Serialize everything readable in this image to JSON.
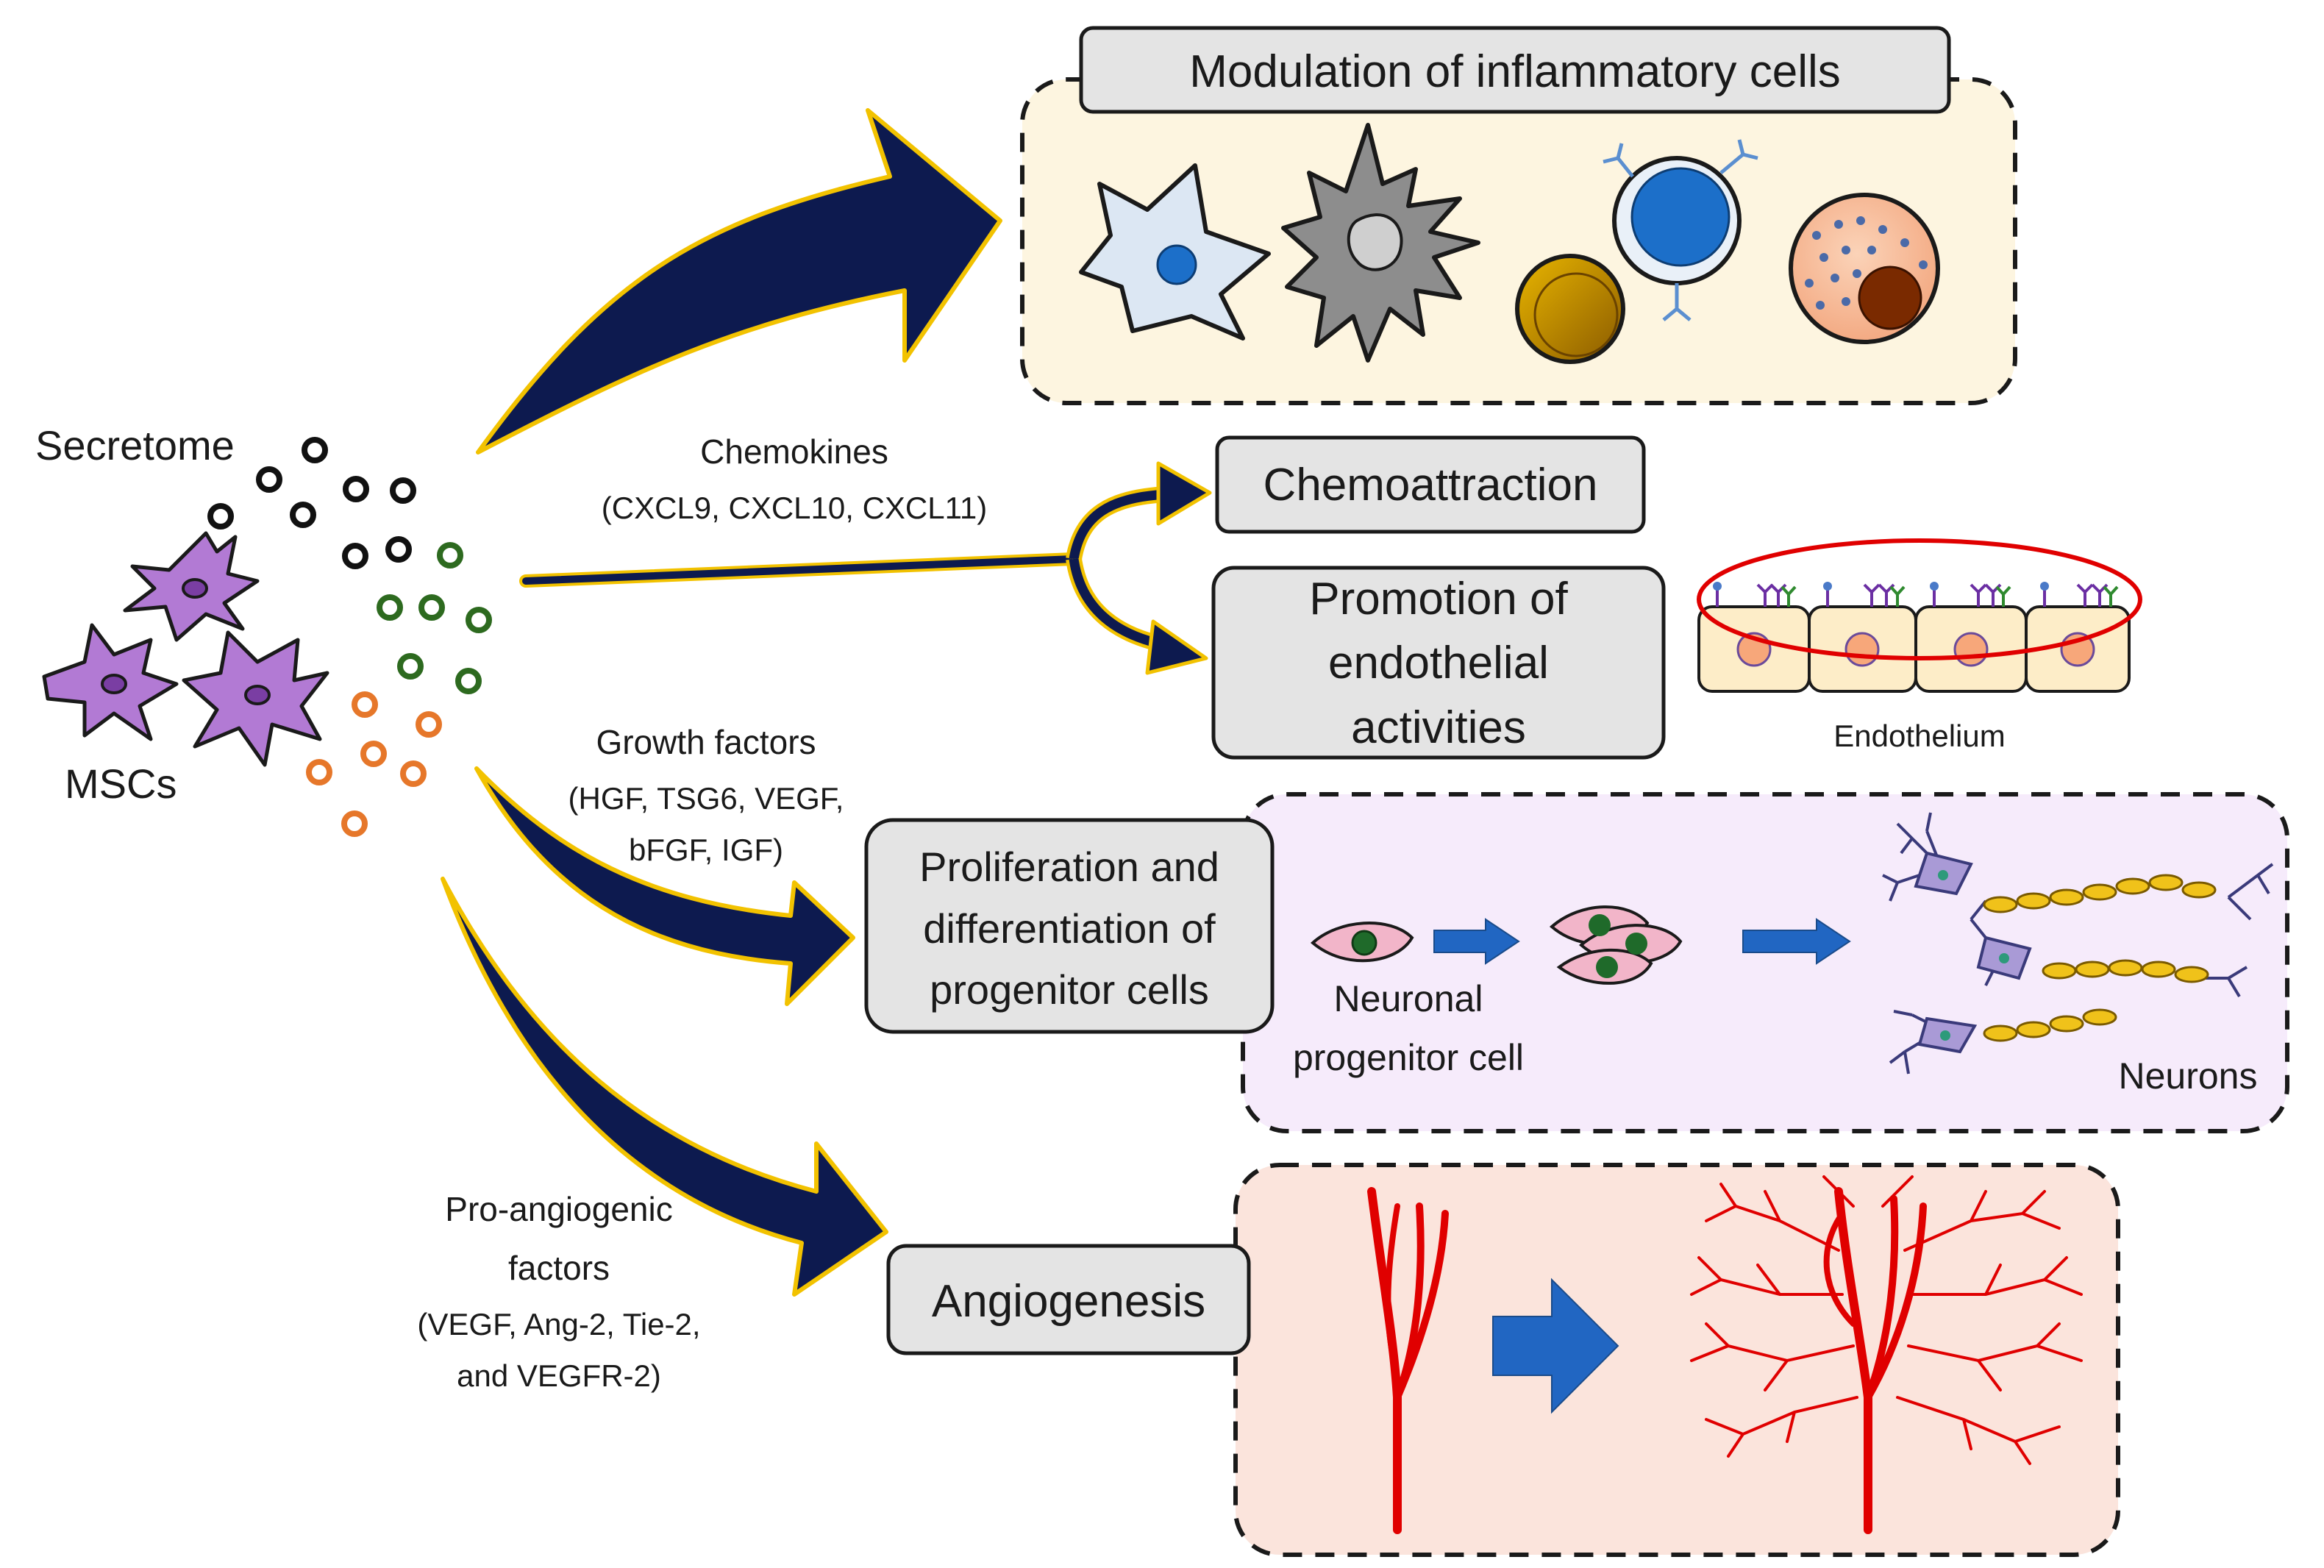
{
  "source": {
    "secretome_label": "Secretome",
    "mscs_label": "MSCs"
  },
  "pathways": {
    "chemokines": {
      "title": "Chemokines",
      "detail": "(CXCL9, CXCL10, CXCL11)"
    },
    "growth_factors": {
      "title": "Growth factors",
      "detail_lines": [
        "(HGF, TSG6, VEGF,",
        "bFGF, IGF)"
      ]
    },
    "pro_angiogenic": {
      "title_lines": [
        "Pro-angiogenic",
        "factors"
      ],
      "detail_lines": [
        "(VEGF, Ang-2, Tie-2,",
        "and VEGFR-2)"
      ]
    }
  },
  "outcomes": {
    "inflammatory": {
      "title": "Modulation of inflammatory cells"
    },
    "chemoattraction": {
      "title": "Chemoattraction"
    },
    "endothelial": {
      "title_lines": [
        "Promotion of",
        "endothelial",
        "activities"
      ],
      "caption": "Endothelium"
    },
    "progenitor": {
      "title_lines": [
        "Proliferation and",
        "differentiation of",
        "progenitor cells"
      ],
      "cell_label_lines": [
        "Neuronal",
        "progenitor cell"
      ],
      "neurons_label": "Neurons"
    },
    "angiogenesis": {
      "title": "Angiogenesis"
    }
  },
  "colors": {
    "arrow_fill": "#0d1a4f",
    "arrow_outline": "#f2c200",
    "title_box": "#e4e4e4",
    "inflammatory_panel": "#fdf5e0",
    "neuro_panel": "#f6ebfb",
    "angio_panel": "#fbe4dc",
    "vessel": "#e00000",
    "small_arrow": "#2166c2",
    "msc": "#b27ad4",
    "dots_black": "#111111",
    "dots_green": "#2d6a1f",
    "dots_orange": "#e6772a"
  },
  "icons": [
    "msc-cell-icon",
    "dendritic-cell-icon",
    "macrophage-icon",
    "erythrocyte-icon",
    "lymphocyte-icon",
    "mast-cell-icon",
    "progenitor-cell-icon",
    "neuron-icon",
    "blood-vessel-icon",
    "endothelium-icon"
  ]
}
